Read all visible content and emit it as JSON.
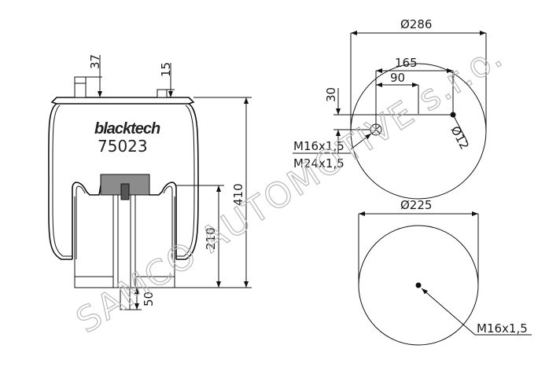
{
  "brand": "blacktech",
  "part_number": "75023",
  "watermark": "SAMCO AUTOMOTIVE s.r.o.",
  "dimensions": {
    "top_stud_height": "37",
    "top_pin_height": "15",
    "total_height": "410",
    "piston_height": "210",
    "bottom_stud_length": "50",
    "top_diameter": "Ø286",
    "stud_offset": "165",
    "pin_offset": "90",
    "hole_diameter": "Ø12",
    "vertical_offset": "30",
    "top_thread_1": "M16x1,5",
    "top_thread_2": "M24x1,5",
    "bottom_diameter": "Ø225",
    "bottom_thread": "M16x1,5"
  }
}
